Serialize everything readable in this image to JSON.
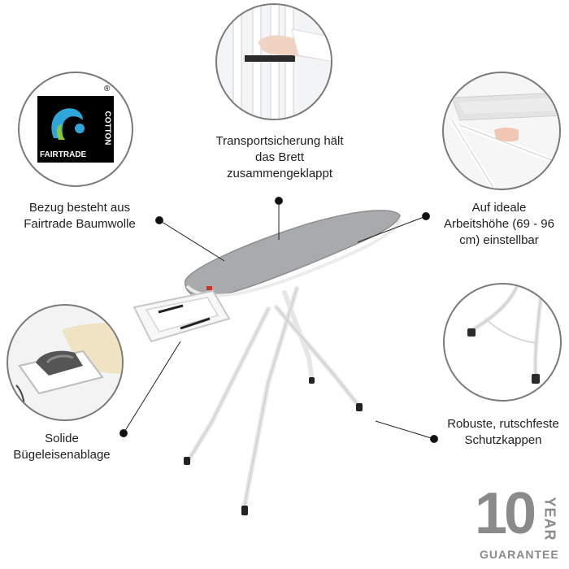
{
  "colors": {
    "accent_dot": "#111111",
    "board_cover": "#a9aaac",
    "frame": "#ffffff",
    "circle_border": "#7a7a7a",
    "fairtrade_blue": "#2fa6d9",
    "fairtrade_green": "#8cc63f",
    "guarantee_gray": "#8a8a8a"
  },
  "fairtrade": {
    "brand": "FAIRTRADE",
    "material": "COTTON",
    "registered": "®"
  },
  "captions": {
    "transport": "Transportsicherung hält\ndas Brett\nzusammengeklappt",
    "cover": "Bezug besteht aus\nFairtrade Baumwolle",
    "height": "Auf ideale\nArbeitshöhe (69 - 96\ncm) einstellbar",
    "iron_rest": "Solide\nBügeleisenablage",
    "caps": "Robuste, rutschfeste\nSchutzkappen"
  },
  "guarantee": {
    "number": "10",
    "unit": "YEAR",
    "label": "GUARANTEE"
  }
}
